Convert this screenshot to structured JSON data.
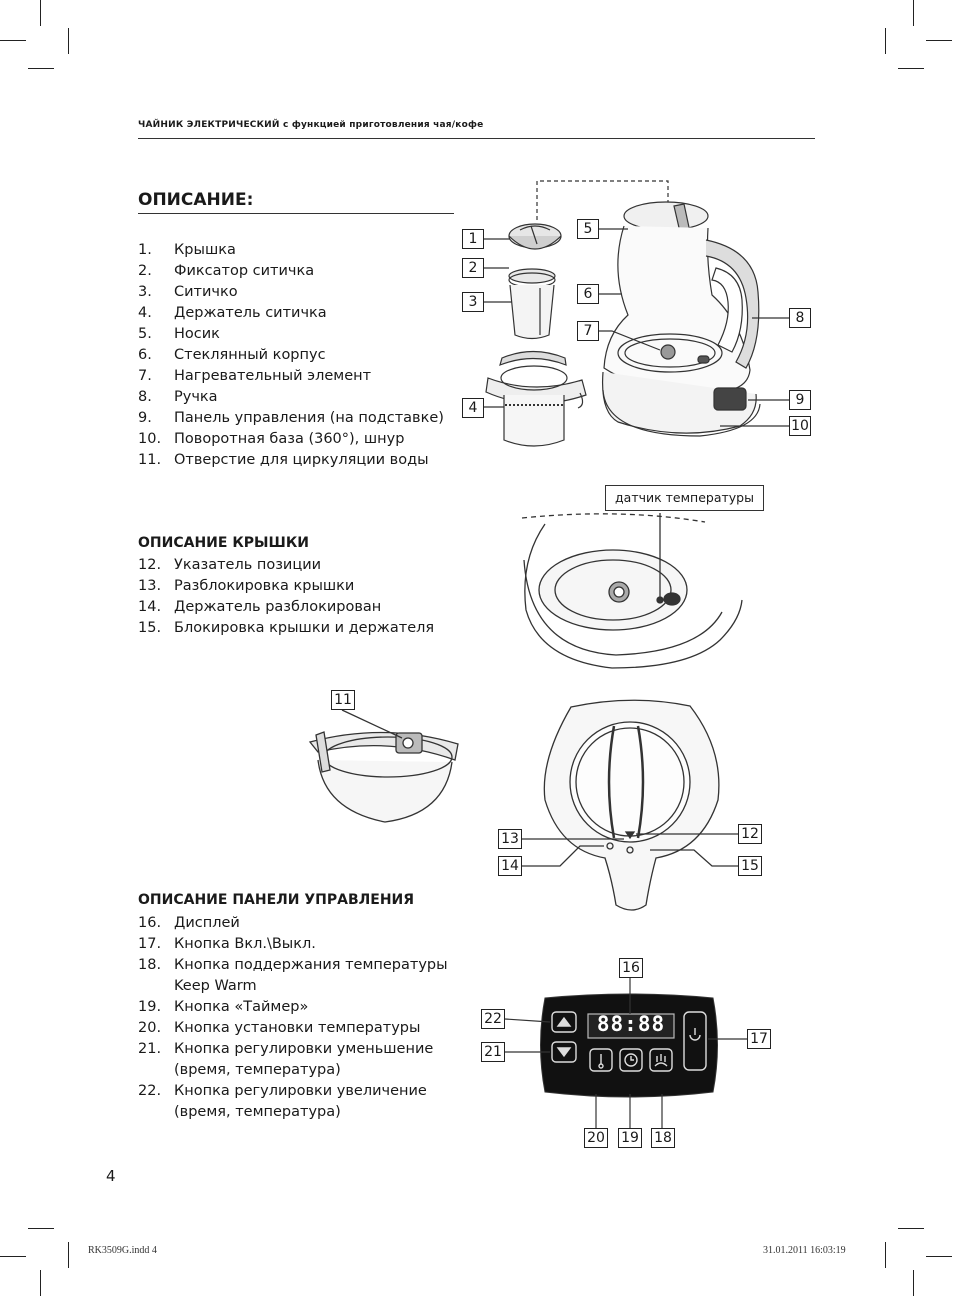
{
  "header": {
    "running_head": "ЧАЙНИК ЭЛЕКТРИЧЕСКИЙ с функцией приготовления чая/кофе"
  },
  "description": {
    "title": "ОПИСАНИЕ:",
    "items": [
      {
        "num": "1.",
        "text": "Крышка"
      },
      {
        "num": "2.",
        "text": "Фиксатор ситичка"
      },
      {
        "num": "3.",
        "text": "Ситичко"
      },
      {
        "num": "4.",
        "text": "Держатель ситичка"
      },
      {
        "num": "5.",
        "text": "Носик"
      },
      {
        "num": "6.",
        "text": "Стеклянный корпус"
      },
      {
        "num": "7.",
        "text": "Нагревательный элемент"
      },
      {
        "num": "8.",
        "text": "Ручка"
      },
      {
        "num": "9.",
        "text": "Панель управления (на подставке)"
      },
      {
        "num": "10.",
        "text": "Поворотная база (360°), шнур"
      },
      {
        "num": "11.",
        "text": "Отверстие для циркуляции воды"
      }
    ]
  },
  "lid_description": {
    "title": "ОПИСАНИЕ КРЫШКИ",
    "items": [
      {
        "num": "12.",
        "text": "Указатель позиции"
      },
      {
        "num": "13.",
        "text": "Разблокировка крышки"
      },
      {
        "num": "14.",
        "text": "Держатель разблокирован"
      },
      {
        "num": "15.",
        "text": "Блокировка крышки и держателя"
      }
    ]
  },
  "panel_description": {
    "title": "ОПИСАНИЕ ПАНЕЛИ УПРАВЛЕНИЯ",
    "items": [
      {
        "num": "16.",
        "text": "Дисплей"
      },
      {
        "num": "17.",
        "text": "Кнопка Вкл.\\Выкл."
      },
      {
        "num": "18.",
        "text": "Кнопка поддержания температуры Keep Warm"
      },
      {
        "num": "19.",
        "text": "Кнопка «Таймер»"
      },
      {
        "num": "20.",
        "text": "Кнопка установки температуры"
      },
      {
        "num": "21.",
        "text": "Кнопка регулировки уменьшение (время, температура)"
      },
      {
        "num": "22.",
        "text": "Кнопка регулировки увеличение (время, температура)"
      }
    ]
  },
  "figure_labels": {
    "sensor": "датчик температуры",
    "display_readout": "88:88",
    "callouts": [
      "1",
      "2",
      "3",
      "4",
      "5",
      "6",
      "7",
      "8",
      "9",
      "10",
      "11",
      "12",
      "13",
      "14",
      "15",
      "16",
      "17",
      "18",
      "19",
      "20",
      "21",
      "22"
    ]
  },
  "footer": {
    "page_number": "4",
    "file_name": "RK3509G.indd   4",
    "timestamp": "31.01.2011   16:03:19"
  }
}
